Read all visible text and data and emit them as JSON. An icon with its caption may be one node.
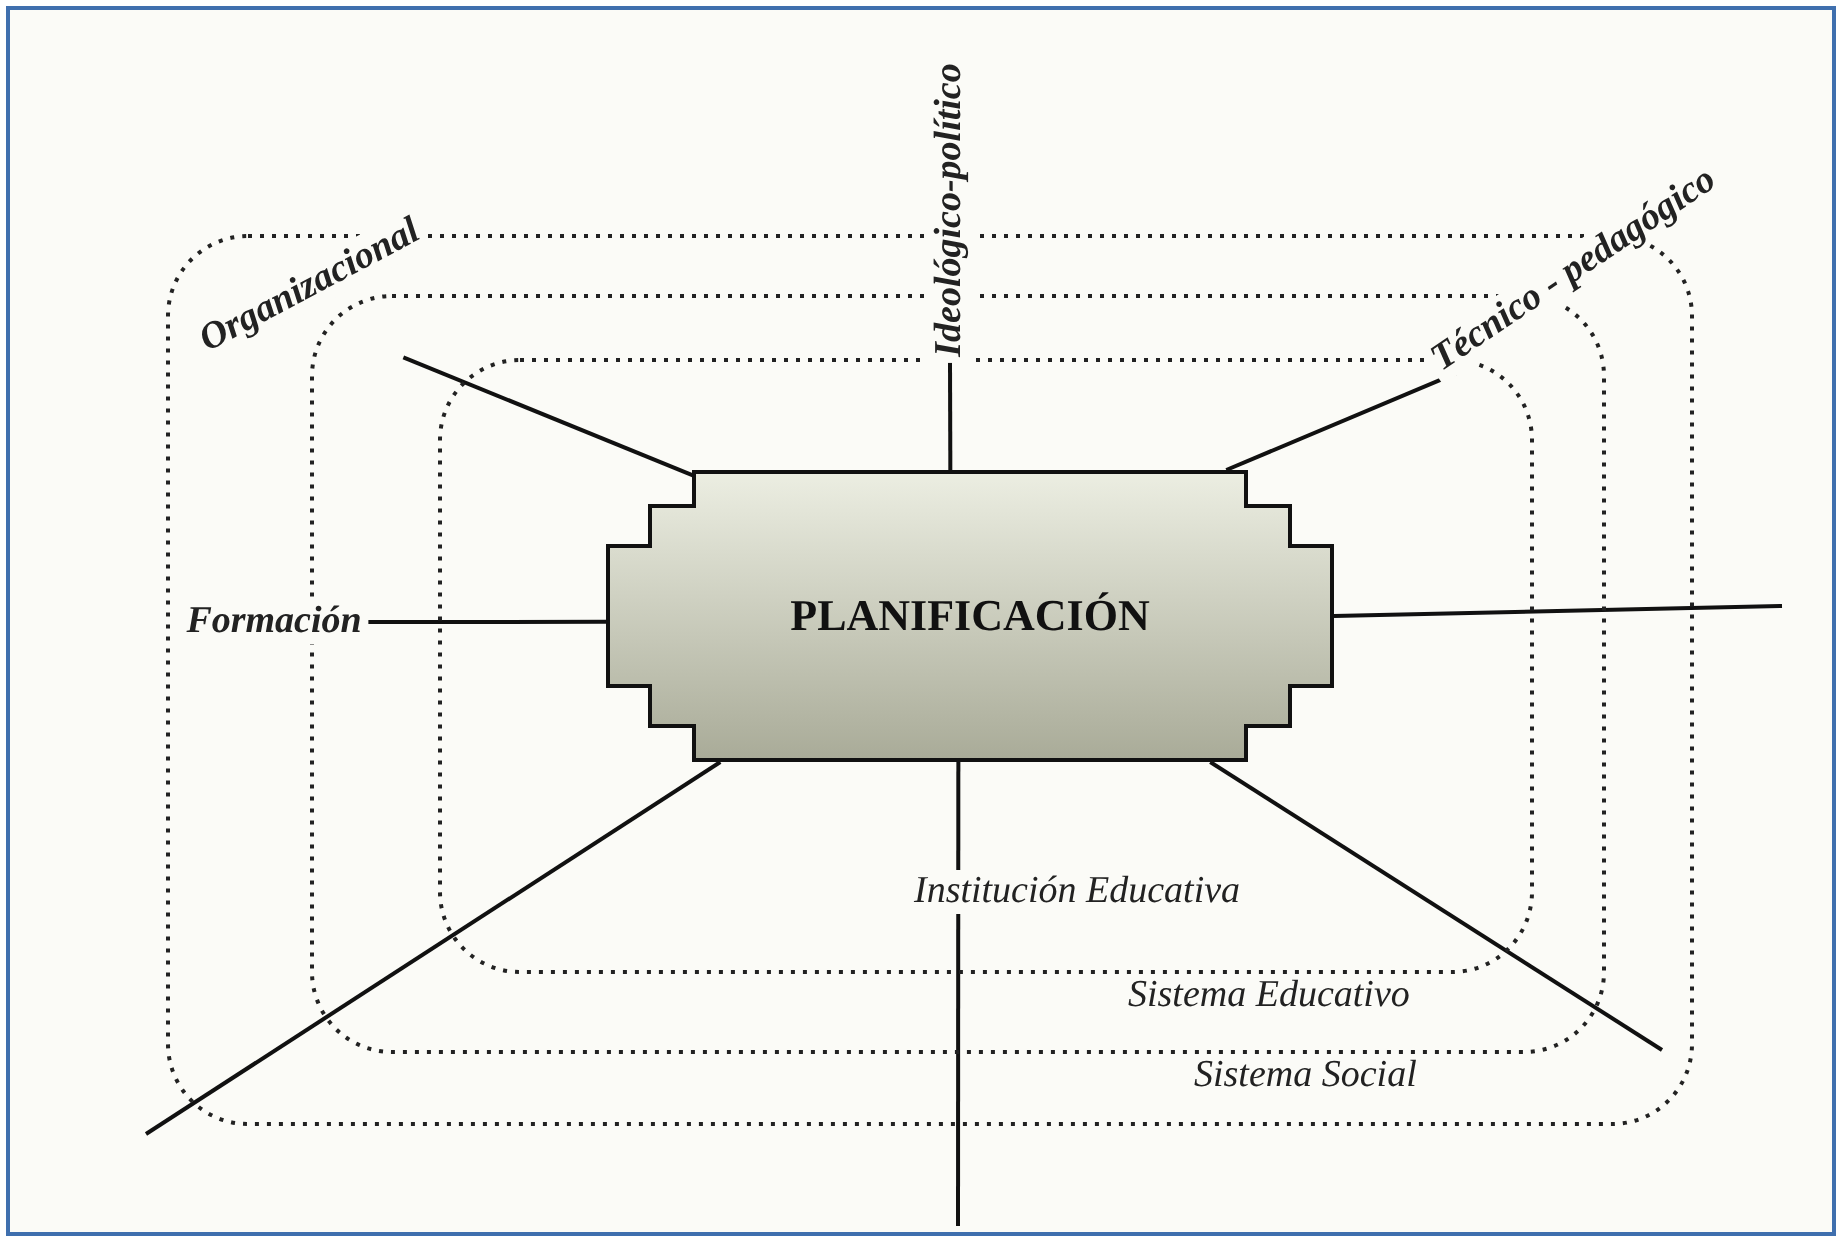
{
  "diagram": {
    "nodes": [
      {
        "text": [
          "Sistema Social"
        ]
      },
      {
        "text": [
          "Sistema Educativo"
        ],
        "in": 0
      },
      {
        "text": [
          "Institución Educativa"
        ],
        "in": 1
      },
      {
        "text": [
          "PLANIFICACIÓN"
        ],
        "in": 2
      },
      {
        "text": [
          "Organizacional"
        ]
      },
      {
        "text": [
          "Ideológico-político"
        ]
      },
      {
        "text": [
          "Técnico - pedagógico"
        ]
      },
      {
        "text": [
          "Formación"
        ],
        "in": 0
      }
    ],
    "edges": [
      {
        "from": 3,
        "to": 4,
        "arrow": "none"
      },
      {
        "from": 3,
        "to": 5,
        "arrow": "none"
      },
      {
        "from": 3,
        "to": 6,
        "arrow": "none"
      },
      {
        "from": 3,
        "to": 7,
        "arrow": "none"
      },
      {
        "from": 3,
        "to": null,
        "arrow": "none"
      },
      {
        "from": 3,
        "to": null,
        "arrow": "none"
      },
      {
        "from": 3,
        "to": null,
        "arrow": "none"
      },
      {
        "from": 3,
        "to": null,
        "arrow": "none"
      }
    ]
  }
}
